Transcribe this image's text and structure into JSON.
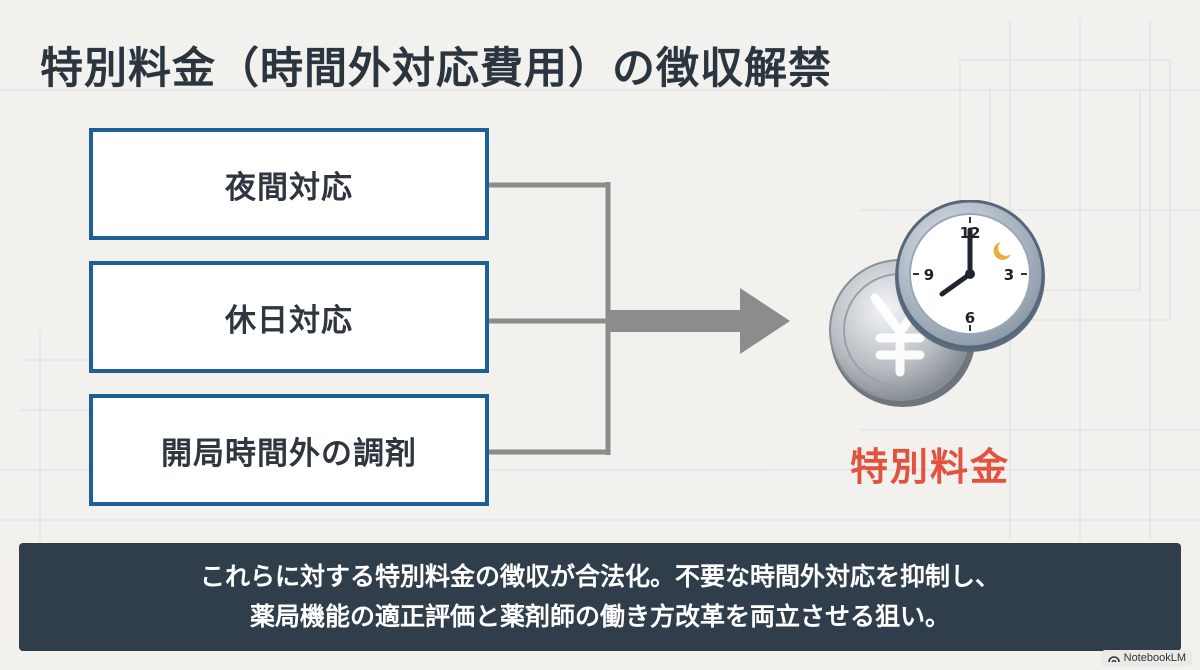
{
  "title": "特別料金（時間外対応費用）の徴収解禁",
  "sources": [
    {
      "label": "夜間対応"
    },
    {
      "label": "休日対応"
    },
    {
      "label": "開局時間外の調剤"
    }
  ],
  "result": {
    "label": "特別料金",
    "icon": "clock-and-yen-coin-icon",
    "clock_numerals": {
      "n12": "12",
      "n3": "3",
      "n6": "6",
      "n9": "9"
    }
  },
  "banner": {
    "line1": "これらに対する特別料金の徴収が合法化。不要な時間外対応を抑制し、",
    "line2": "薬局機能の適正評価と薬剤師の働き方改革を両立させる狙い。"
  },
  "watermark": {
    "label": "NotebookLM",
    "icon": "notebooklm-logo-icon"
  },
  "colors": {
    "box_border": "#1f5f97",
    "connector": "#8c8c8c",
    "result_label": "#e2533f",
    "banner_bg": "#303d4b",
    "title": "#2b3540"
  }
}
